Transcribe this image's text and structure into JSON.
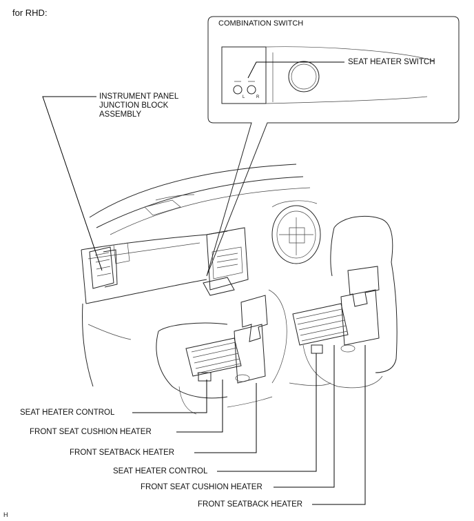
{
  "header": {
    "variant": "for RHD:"
  },
  "inset": {
    "title": "COMBINATION SWITCH",
    "switch_label": "SEAT HEATER SWITCH"
  },
  "labels": {
    "junction_block": [
      "INSTRUMENT PANEL",
      "JUNCTION BLOCK",
      "ASSEMBLY"
    ],
    "left_side": {
      "control": "SEAT HEATER CONTROL",
      "cushion": "FRONT SEAT CUSHION HEATER",
      "seatback": "FRONT SEATBACK HEATER"
    },
    "right_side": {
      "control": "SEAT HEATER CONTROL",
      "cushion": "FRONT SEAT CUSHION HEATER",
      "seatback": "FRONT SEATBACK HEATER"
    }
  },
  "switch_marks": {
    "left": "L",
    "right": "R"
  },
  "footer": {
    "code": "H"
  }
}
